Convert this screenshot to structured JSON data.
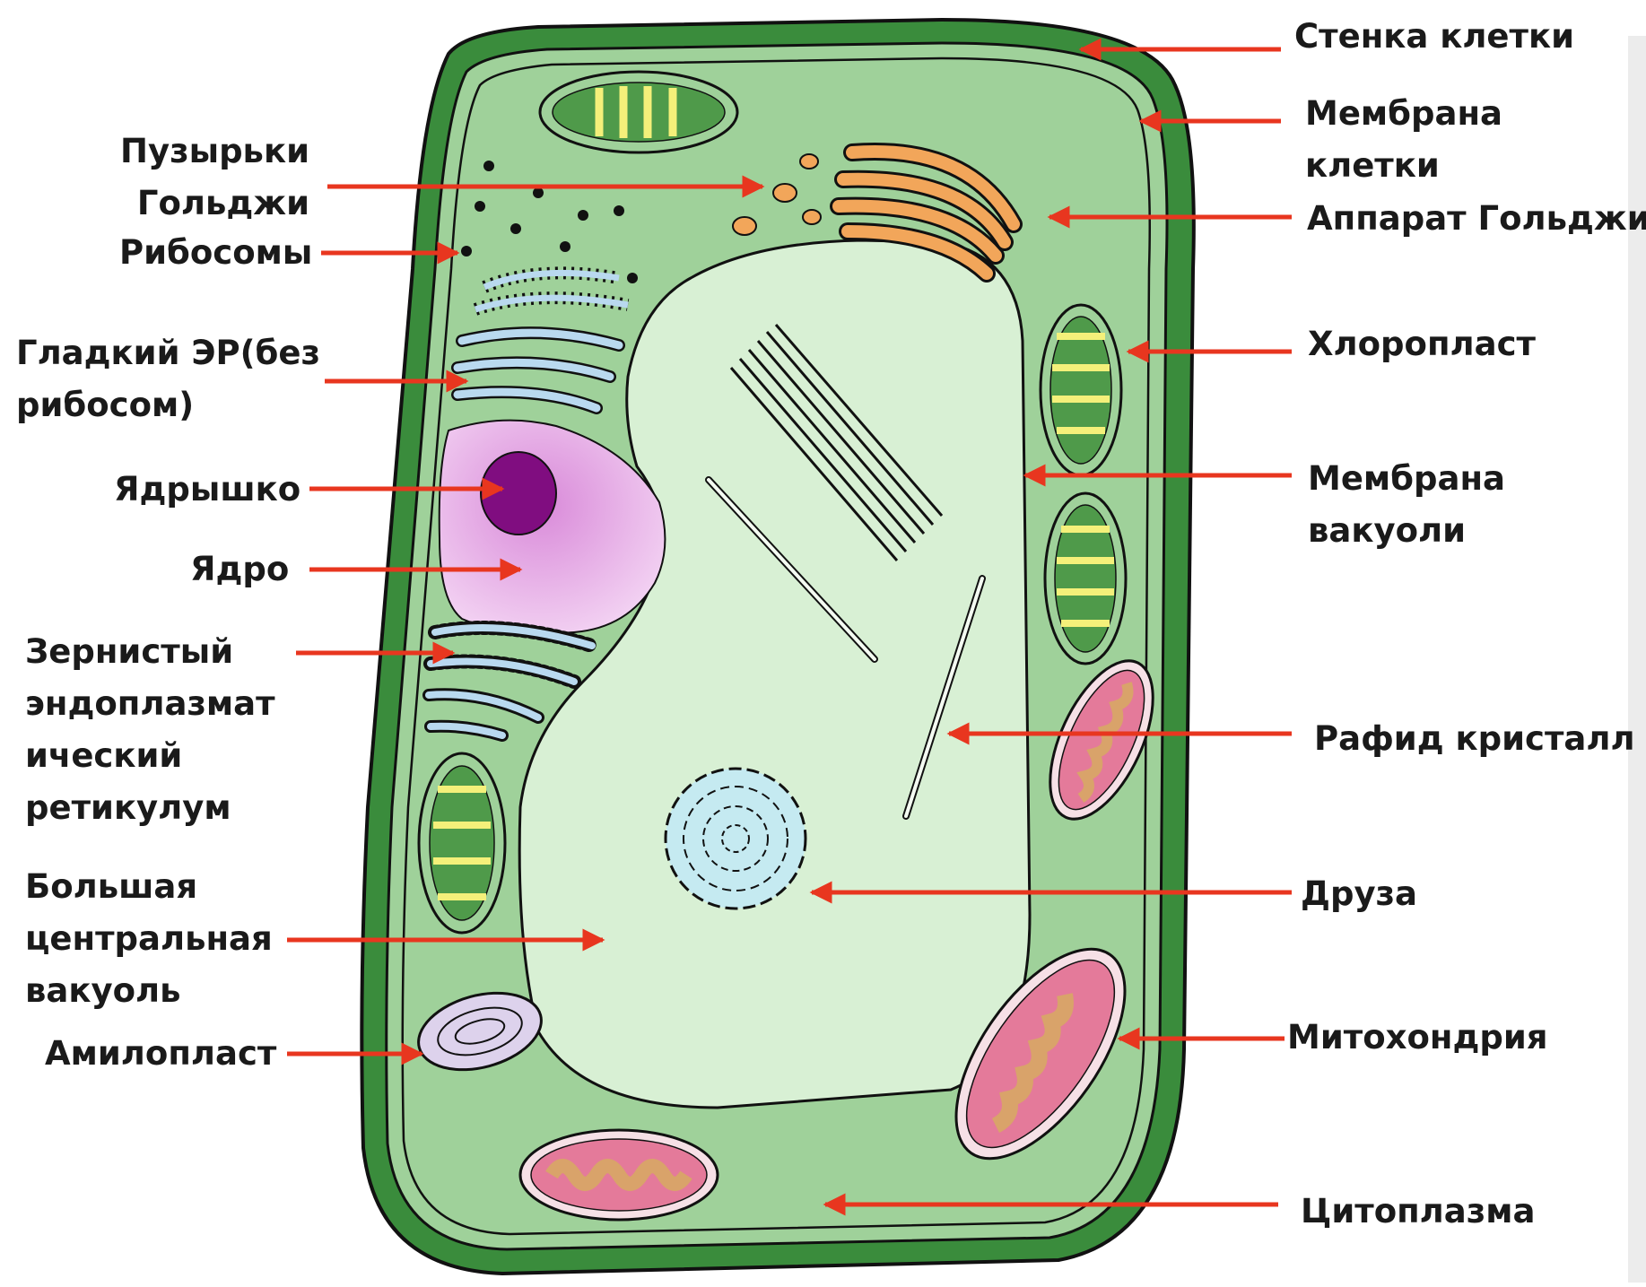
{
  "labels": {
    "cell_wall": "Стенка клетки",
    "cell_membrane": [
      "Мембрана",
      "клетки"
    ],
    "golgi_vesicles": [
      "Пузырьки",
      "Гольджи"
    ],
    "golgi_apparatus": "Аппарат Гольджи",
    "ribosomes": "Рибосомы",
    "smooth_er": [
      "Гладкий ЭР(без",
      "рибосом)"
    ],
    "chloroplast": "Хлоропласт",
    "vacuole_membrane": [
      "Мембрана",
      "вакуоли"
    ],
    "nucleolus": "Ядрышко",
    "nucleus": "Ядро",
    "rough_er": [
      "Зернистый",
      "эндоплазмат",
      "ический",
      "ретикулум"
    ],
    "raphide": "Рафид  кристалл",
    "large_vacuole": [
      "Большая",
      "центральная",
      "вакуоль"
    ],
    "druse": "Друза",
    "amyloplast": "Амилопласт",
    "mitochondrion": "Митохондрия",
    "cytoplasm": "Цитоплазма"
  },
  "colors": {
    "cell_wall": "#3a8c3c",
    "cytoplasm": "#9fd19a",
    "vacuole": "#d8f0d4",
    "arrow": "#e8361f",
    "golgi": "#f2a65a",
    "er": "#b9d9ef",
    "nucleus": "#e8b8e8",
    "nucleolus": "#800d80",
    "chloroplast_grana": "#f4f07a",
    "mitochondrion": "#e47a9a",
    "mito_cristae": "#d9a36a"
  }
}
